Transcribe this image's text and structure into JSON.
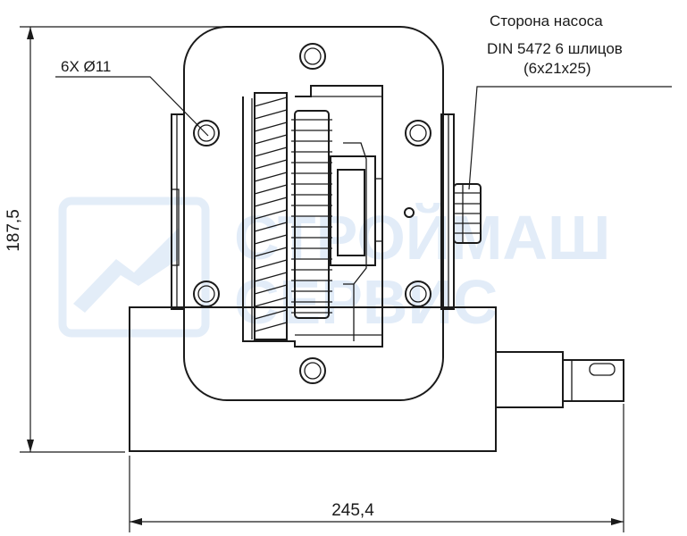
{
  "dimensions": {
    "height": "187,5",
    "width": "245,4"
  },
  "callouts": {
    "holes": "6X Ø11",
    "pump_side_title": "Сторона насоса",
    "pump_side_spec": "DIN 5472 6 шлицов",
    "pump_side_size": "(6x21x25)"
  },
  "watermark": {
    "line1": "СТРОЙМАШ",
    "line2": "СЕРВИС"
  }
}
